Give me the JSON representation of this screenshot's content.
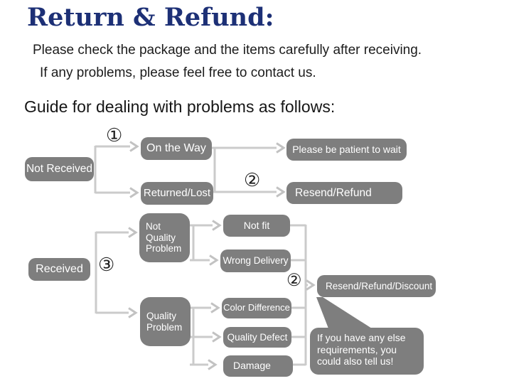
{
  "header": {
    "title": "Return & Refund:",
    "intro_line1": "Please check the package and the items carefully after receiving.",
    "intro_line2": "If any problems, please feel free to contact us.",
    "guide_heading": "Guide for dealing with problems as follows:"
  },
  "colors": {
    "title_blue": "#1d3076",
    "node_gray": "#7e7e7e",
    "node_text": "#ffffff",
    "connector_gray": "#cbcbcb"
  },
  "flowchart": {
    "markers": {
      "step1": "①",
      "step2": "②",
      "step3": "③"
    },
    "nodes": {
      "not_received": "Not Received",
      "on_the_way": "On the Way",
      "returned_lost": "Returned/Lost",
      "be_patient": "Please be patient to wait",
      "resend_refund": "Resend/Refund",
      "received": "Received",
      "not_quality_problem": "Not Quality Problem",
      "not_fit": "Not fit",
      "wrong_delivery": "Wrong Delivery",
      "quality_problem": "Quality Problem",
      "color_difference": "Color Difference",
      "quality_defect": "Quality Defect",
      "damage": "Damage",
      "resend_refund_discount": "Resend/Refund/Discount"
    },
    "callout": "If you have any else requirements, you could also tell us!"
  }
}
